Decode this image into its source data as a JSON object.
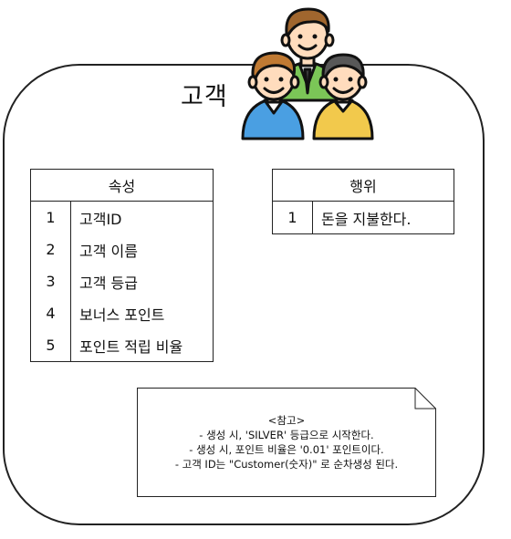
{
  "diagram": {
    "title": "고객",
    "attributes": {
      "header": "속성",
      "rows": [
        {
          "num": "1",
          "text": "고객ID"
        },
        {
          "num": "2",
          "text": "고객 이름"
        },
        {
          "num": "3",
          "text": "고객 등급"
        },
        {
          "num": "4",
          "text": "보너스 포인트"
        },
        {
          "num": "5",
          "text": "포인트 적립 비율"
        }
      ]
    },
    "behaviors": {
      "header": "행위",
      "rows": [
        {
          "num": "1",
          "text": "돈을 지불한다."
        }
      ]
    },
    "note": {
      "lines": [
        "<참고>",
        "- 생성 시, 'SILVER' 등급으로 시작한다.",
        "- 생성 시, 포인트 비율은 '0.01' 포인트이다.",
        "- 고객 ID는  \"Customer(숫자)\" 로 순차생성 된다."
      ]
    },
    "icon": "customers-group-icon",
    "colors": {
      "skin": "#FFDCBD",
      "hair_left": "#C07A33",
      "hair_center": "#A0662E",
      "hair_right": "#585858",
      "shirt_left": "#4A9FE2",
      "shirt_center": "#7BC657",
      "shirt_right": "#F2C94C",
      "outline": "#111111"
    }
  }
}
